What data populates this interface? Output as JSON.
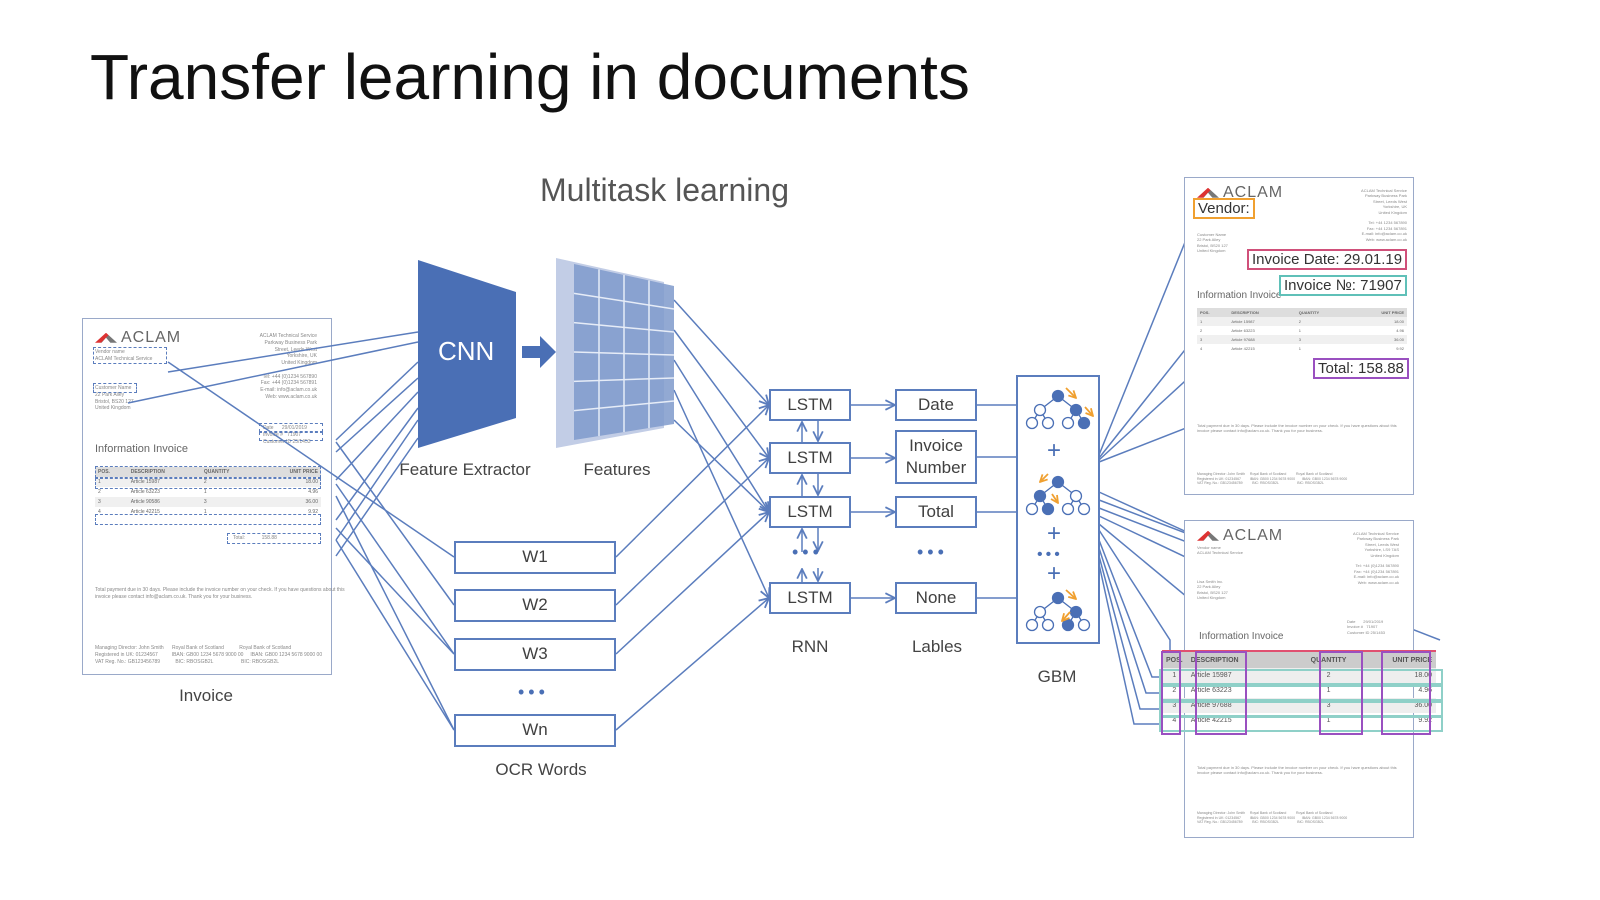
{
  "slide": {
    "title": "Transfer learning in documents",
    "subtitle": "Multitask learning"
  },
  "colors": {
    "accent_blue": "#4a6fb5",
    "line_blue": "#5b7dbd",
    "orange_arrow": "#f0a030",
    "vendor_box": "#f0a030",
    "date_box": "#d0507a",
    "invoice_no_box": "#5fc0b8",
    "total_box": "#9a50c0",
    "column_box": "#9a50c0",
    "row_box": "#8fd0c8",
    "header_line": "#e05070"
  },
  "source_invoice": {
    "caption": "Invoice",
    "logo": "ACLAM",
    "section_title": "Information Invoice",
    "table": {
      "headers": [
        "POS.",
        "DESCRIPTION",
        "QUANTITY",
        "UNIT PRICE"
      ],
      "rows": [
        [
          "1",
          "Article 15987",
          "2",
          "18.00"
        ],
        [
          "2",
          "Article 63223",
          "1",
          "4.96"
        ],
        [
          "3",
          "Article 90586",
          "3",
          "36.00"
        ],
        [
          "4",
          "Article 42215",
          "1",
          "9.92"
        ]
      ],
      "total_label": "Total:",
      "total_value": "158.88"
    }
  },
  "pipeline": {
    "cnn_label": "CNN",
    "feature_extractor_caption": "Feature Extractor",
    "features_caption": "Features",
    "ocr_words": [
      "W1",
      "W2",
      "W3",
      "Wn"
    ],
    "ocr_caption": "OCR Words",
    "rnn_cells": [
      "LSTM",
      "LSTM",
      "LSTM",
      "LSTM"
    ],
    "rnn_caption": "RNN",
    "labels": [
      "Date",
      "Invoice Number",
      "Total",
      "None"
    ],
    "labels_caption": "Lables",
    "gbm_caption": "GBM",
    "ellipsis": "•••",
    "plus": "+"
  },
  "output_doc_top": {
    "logo": "ACLAM",
    "vendor": "Vendor:",
    "invoice_date": "Invoice Date: 29.01.19",
    "invoice_number": "Invoice №: 71907",
    "section_title": "Information Invoice",
    "total": "Total: 158.88",
    "table_headers": [
      "POS.",
      "DESCRIPTION",
      "QUANTITY",
      "UNIT PRICE"
    ]
  },
  "output_doc_bottom": {
    "logo": "ACLAM",
    "section_title": "Information Invoice",
    "table": {
      "headers": [
        "POS.",
        "DESCRIPTION",
        "QUANTITY",
        "UNIT PRICE"
      ],
      "rows": [
        [
          "1",
          "Article 15987",
          "2",
          "18.00"
        ],
        [
          "2",
          "Article 63223",
          "1",
          "4.96"
        ],
        [
          "3",
          "Article 97688",
          "3",
          "36.00"
        ],
        [
          "4",
          "Article 42215",
          "1",
          "9.92"
        ]
      ]
    }
  }
}
